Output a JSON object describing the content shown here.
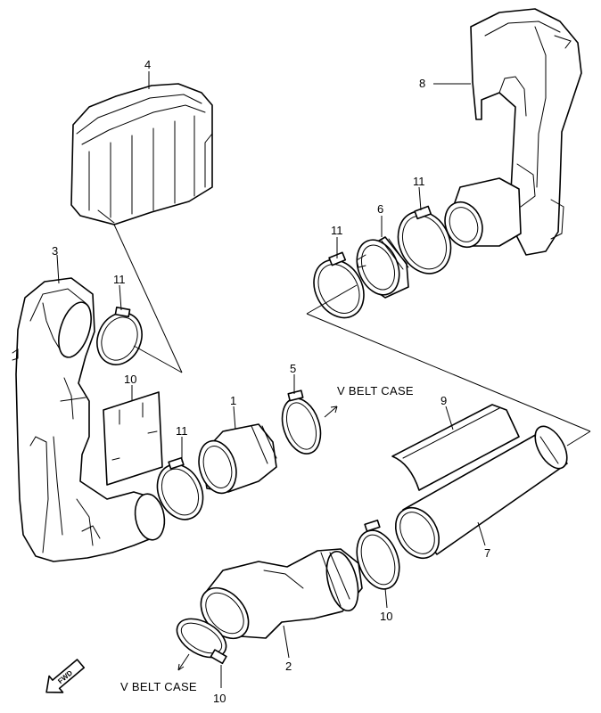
{
  "callouts": {
    "p1": "1",
    "p2": "2",
    "p3": "3",
    "p4": "4",
    "p5": "5",
    "p6": "6",
    "p7": "7",
    "p8": "8",
    "p9": "9",
    "p10a": "10",
    "p10b": "10",
    "p10c": "10",
    "p11a": "11",
    "p11b": "11",
    "p11c": "11",
    "p11d": "11"
  },
  "notes": {
    "v_belt_case_top": "V BELT CASE",
    "v_belt_case_bottom": "V BELT CASE"
  },
  "badge": {
    "fwd": "FWD"
  },
  "colors": {
    "line": "#000000",
    "background": "#ffffff"
  }
}
